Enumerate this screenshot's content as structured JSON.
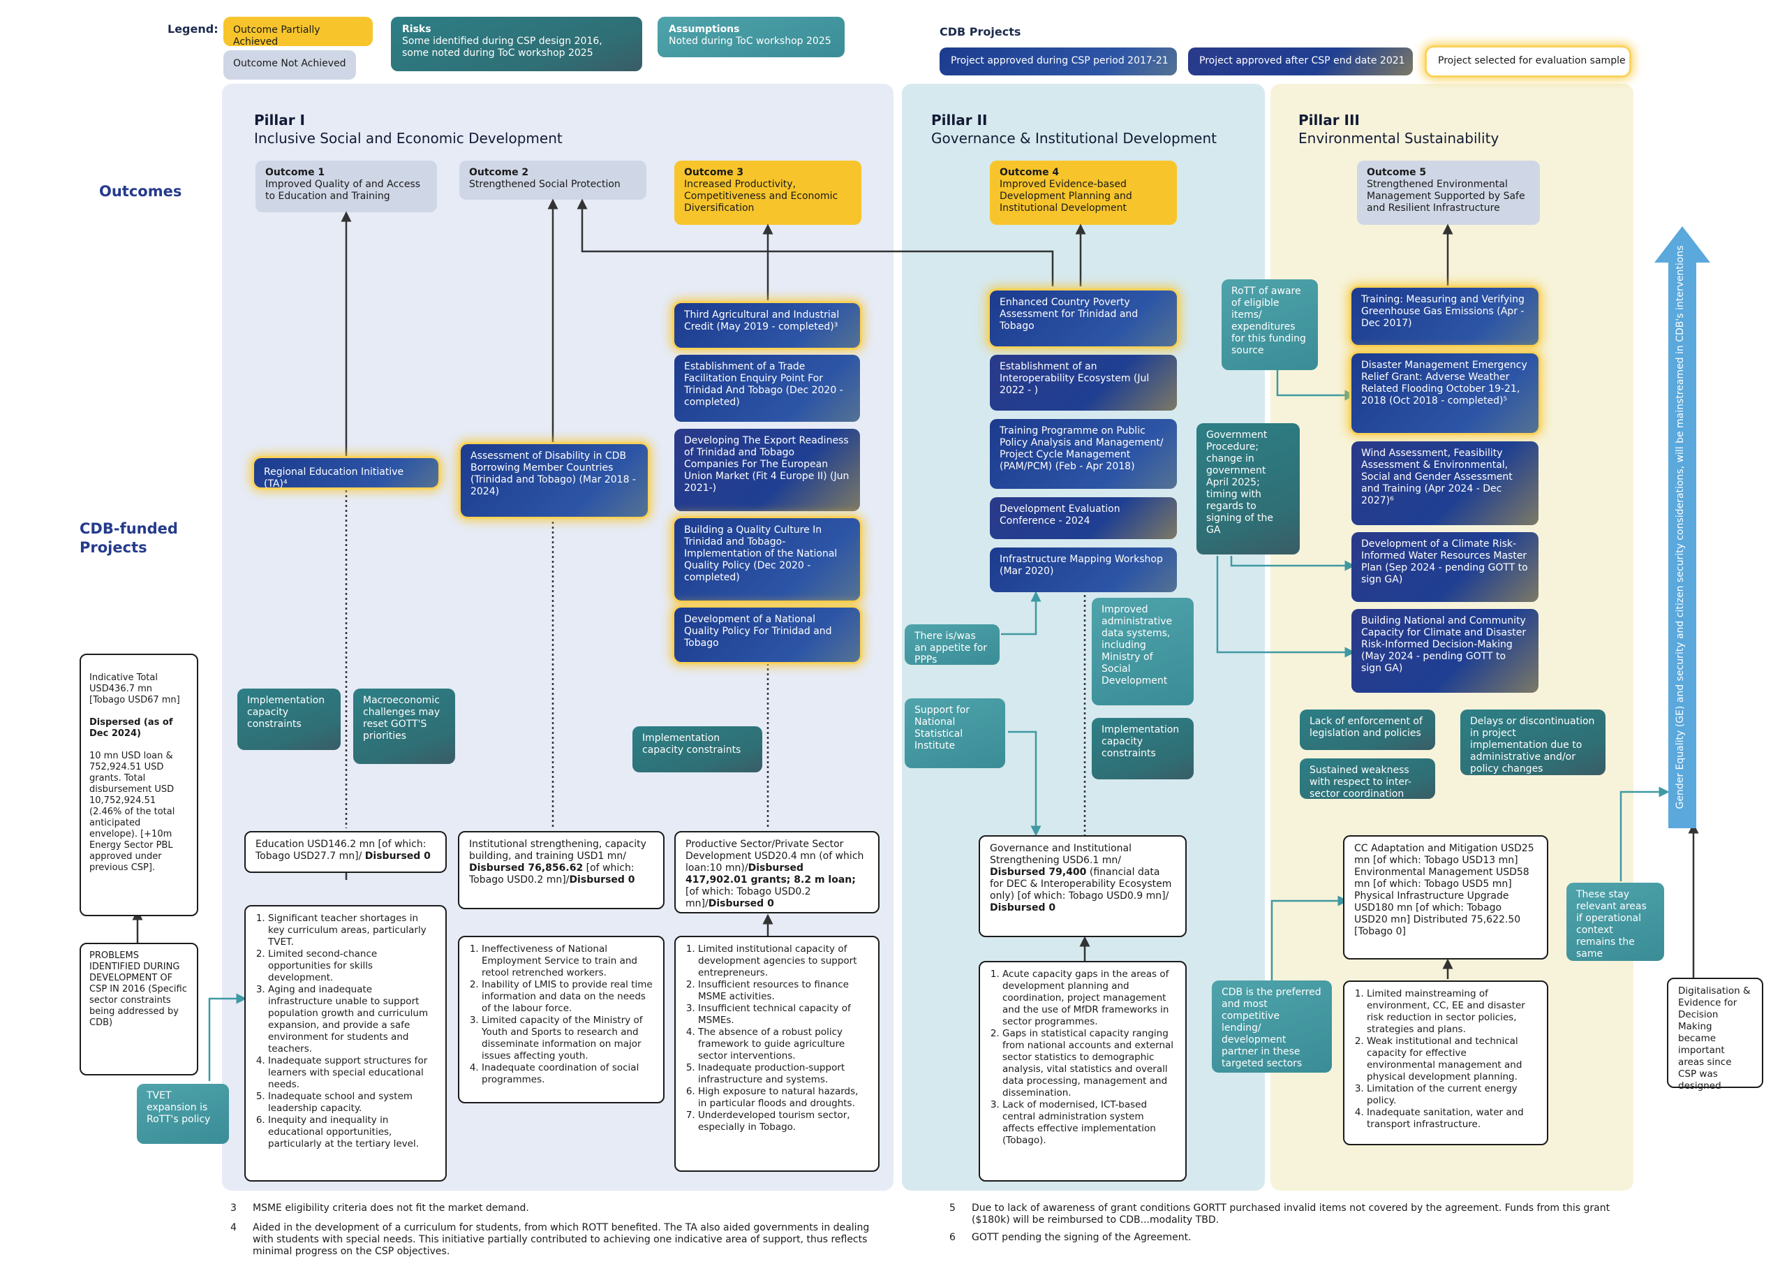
{
  "legend": {
    "label": "Legend:",
    "partial": "Outcome Partially Achieved",
    "notachieved": "Outcome Not Achieved",
    "risks_title": "Risks",
    "risks_text": "Some identified during CSP design 2016, some noted during ToC workshop 2025",
    "assump_title": "Assumptions",
    "assump_text": "Noted during ToC workshop 2025",
    "cdb_title": "CDB Projects",
    "cdb_during": "Project approved during CSP period 2017-21",
    "cdb_after": "Project approved after CSP end date 2021",
    "cdb_sample": "Project selected for evaluation sample"
  },
  "side": {
    "outcomes": "Outcomes",
    "projects": "CDB-funded Projects"
  },
  "pillars": [
    {
      "title": "Pillar I",
      "sub": "Inclusive Social and Economic Development"
    },
    {
      "title": "Pillar II",
      "sub": "Governance & Institutional Development"
    },
    {
      "title": "Pillar III",
      "sub": "Environmental Sustainability"
    }
  ],
  "outcomes": [
    {
      "t": "Outcome 1",
      "d": "Improved Quality of and Access to Education and Training"
    },
    {
      "t": "Outcome 2",
      "d": "Strengthened Social Protection"
    },
    {
      "t": "Outcome 3",
      "d": "Increased Productivity, Competitiveness and Economic Diversification"
    },
    {
      "t": "Outcome 4",
      "d": "Improved Evidence-based Development Planning and Institutional Development"
    },
    {
      "t": "Outcome 5",
      "d": "Strengthened Environmental Management Supported by Safe and Resilient Infrastructure"
    }
  ],
  "projects": {
    "p1": "Regional Education Initiative (TA)⁴",
    "p2": "Assessment of Disability in CDB Borrowing Member Countries (Trinidad and Tobago) (Mar 2018 - 2024)",
    "p3a": "Third Agricultural and Industrial Credit (May 2019 - completed)³",
    "p3b": "Establishment of a Trade Facilitation Enquiry Point For Trinidad And Tobago (Dec 2020 - completed)",
    "p3c": "Developing The Export Readiness of Trinidad and Tobago Companies For The European Union Market (Fit 4 Europe II) (Jun 2021-)",
    "p3d": "Building a Quality Culture In Trinidad and Tobago- Implementation of the National Quality Policy (Dec 2020 - completed)",
    "p3e": "Development of a National Quality Policy For Trinidad and Tobago",
    "p4a": "Enhanced Country Poverty Assessment for Trinidad and Tobago",
    "p4b": "Establishment of an Interoperability Ecosystem (Jul 2022 - )",
    "p4c": "Training Programme on Public Policy Analysis and Management/ Project Cycle Management (PAM/PCM) (Feb - Apr 2018)",
    "p4d": "Development Evaluation Conference - 2024",
    "p4e": "Infrastructure Mapping Workshop (Mar 2020)",
    "p5a": "Training: Measuring and Verifying Greenhouse Gas Emissions (Apr - Dec 2017)",
    "p5b": "Disaster Management Emergency Relief Grant: Adverse Weather Related Flooding October 19-21, 2018 (Oct 2018 - completed)⁵",
    "p5c": "Wind Assessment, Feasibility Assessment & Environmental, Social and Gender Assessment and Training (Apr 2024 - Dec 2027)⁶",
    "p5d": "Development of a Climate Risk-Informed Water Resources Master Plan (Sep 2024 - pending GOTT to sign GA)",
    "p5e": "Building National and Community Capacity for Climate and Disaster Risk-Informed Decision-Making (May 2024 - pending GOTT to sign GA)"
  },
  "risks": {
    "r1": "Implementation capacity constraints",
    "r2": "Macroeconomic challenges may reset GOTT'S priorities",
    "r3": "Implementation capacity constraints",
    "r4": "Improved administrative data systems, including Ministry of Social Development",
    "r5": "Implementation capacity constraints",
    "r6": "Government Procedure; change in government April 2025; timing with regards to signing of the GA",
    "r7": "Lack of enforcement of legislation and policies",
    "r8": "Sustained weakness with respect to inter-sector coordination",
    "r9": "Delays or discontinuation in project implementation due to administrative and/or policy changes"
  },
  "assumptions": {
    "a1": "TVET expansion is RoTT's policy",
    "a2": "There is/was an appetite for PPPs",
    "a3": "Support for National Statistical Institute",
    "a4": "RoTT of aware of eligible items/ expenditures for this funding source",
    "a5": "CDB is the preferred and most competitive lending/ development partner in these targeted sectors",
    "a6": "These stay relevant areas if operational context remains the same"
  },
  "left": {
    "budget_a": "Indicative Total USD436.7 mn [Tobago USD67 mn]",
    "budget_b": "Dispersed (as of Dec 2024)",
    "budget_c": "10 mn USD loan & 752,924.51 USD grants. Total disbursement USD 10,752,924.51 (2.46% of the total anticipated envelope). [+10m Energy Sector PBL approved under previous CSP].",
    "problems": "PROBLEMS IDENTIFIED DURING DEVELOPMENT OF CSP IN 2016 (Specific sector constraints being addressed by CDB)"
  },
  "funding": {
    "f1a": "Education USD146.2 mn [of which: Tobago USD27.7 mn]/ ",
    "f1b": "Disbursed 0",
    "f2a": "Institutional strengthening, capacity building, and training USD1 mn/ ",
    "f2b": "Disbursed 76,856.62",
    "f2c": " [of which: Tobago USD0.2 mn]/",
    "f2d": "Disbursed 0",
    "f3a": "Productive Sector/Private Sector Development USD20.4 mn (of which loan:10 mn)/",
    "f3b": "Disbursed 417,902.01 grants; 8.2 m loan;",
    "f3c": " [of which: Tobago USD0.2 mn]/",
    "f3d": "Disbursed 0",
    "f4a": "Governance and Institutional Strengthening USD6.1 mn/ ",
    "f4b": "Disbursed 79,400",
    "f4c": " (financial data for DEC & Interoperability Ecosystem only) [of which: Tobago USD0.9 mn]/ ",
    "f4d": "Disbursed 0",
    "f5": "CC Adaptation and Mitigation USD25 mn [of which: Tobago USD13 mn] Environmental Management USD58 mn [of which: Tobago USD5 mn] Physical Infrastructure Upgrade USD180 mn [of which: Tobago USD20 mn] Distributed 75,622.50 [Tobago 0]"
  },
  "problems": {
    "pr1": [
      "Significant teacher shortages in key curriculum areas, particularly TVET.",
      "Limited second-chance opportunities for skills development.",
      "Aging and inadequate infrastructure unable to support population growth and curriculum expansion, and provide a safe environment for students and teachers.",
      "Inadequate support structures for learners with special educational needs.",
      "Inadequate school and system leadership capacity.",
      "Inequity and inequality in educational opportunities, particularly at the tertiary level."
    ],
    "pr2": [
      "Ineffectiveness of National Employment Service to train and retool retrenched workers.",
      "Inability of LMIS to provide real time information and data on the needs of the labour force.",
      "Limited capacity of the Ministry of Youth and Sports to research and disseminate information on major issues affecting youth.",
      "Inadequate coordination of social programmes."
    ],
    "pr3": [
      "Limited institutional capacity of development agencies to support entrepreneurs.",
      "Insufficient resources to finance MSME activities.",
      "Insufficient technical capacity of MSMEs.",
      "The absence of a robust policy framework to guide agriculture sector interventions.",
      "Inadequate production-support infrastructure and systems.",
      "High exposure to natural hazards, in particular floods and droughts.",
      "Underdeveloped tourism sector, especially in Tobago."
    ],
    "pr4": [
      "Acute capacity gaps in the areas of development planning and coordination, project management and the use of MfDR frameworks in sector programmes.",
      "Gaps in statistical capacity ranging from national accounts and external sector statistics to demographic analysis, vital statistics and overall data processing, management and dissemination.",
      "Lack of modernised, ICT-based central administration system affects effective implementation (Tobago)."
    ],
    "pr5": [
      "Limited mainstreaming of environment, CC, EE and disaster risk reduction in sector policies, strategies and plans.",
      "Weak institutional and technical capacity for effective environmental management and physical development planning.",
      "Limitation of the current energy policy.",
      "Inadequate sanitation, water and transport infrastructure."
    ]
  },
  "right": {
    "arrow": "Gender Equality (GE) and security and citizen security considerations, will be mainstreamed in CDB's interventions",
    "digital": "Digitalisation & Evidence for Decision Making became important areas since CSP was designed"
  },
  "footnotes": [
    {
      "n": "3",
      "t": "MSME eligibility criteria does not fit the market demand."
    },
    {
      "n": "4",
      "t": "Aided in the development of a curriculum for students, from which ROTT benefited. The TA also aided governments in dealing with students with special needs. This initiative partially contributed to achieving one indicative area of support, thus reflects minimal progress on the CSP objectives."
    },
    {
      "n": "5",
      "t": "Due to lack of awareness of grant conditions GORTT purchased invalid items not covered by the agreement. Funds from this grant ($180k) will be reimbursed to CDB...modality TBD."
    },
    {
      "n": "6",
      "t": "GOTT pending the signing of the Agreement."
    }
  ],
  "colors": {
    "outcome_partial": "#f7c52b",
    "outcome_not": "#cfd7e6",
    "pillar1_bg": "#e6ebf6",
    "pillar2_bg": "#d6e9ee",
    "pillar3_bg": "#f7f3da",
    "arrow": "#5aa8dc"
  }
}
